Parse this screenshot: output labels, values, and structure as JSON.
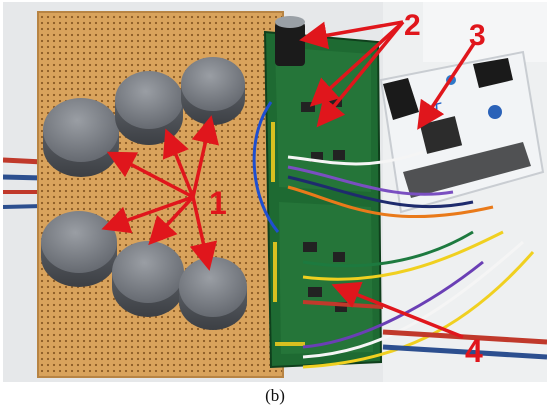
{
  "figure": {
    "labels": {
      "one": "1",
      "two": "2",
      "three": "3",
      "four": "4"
    },
    "colors": {
      "arrow": "#e0161c",
      "perfboard": "#d9a35c",
      "pcb_green": "#1e6a32",
      "nucleo_white": "#f2f4f6",
      "cylinder_gray": "#6f737a",
      "background_white": "#e9ecee"
    }
  },
  "caption": "(b)"
}
